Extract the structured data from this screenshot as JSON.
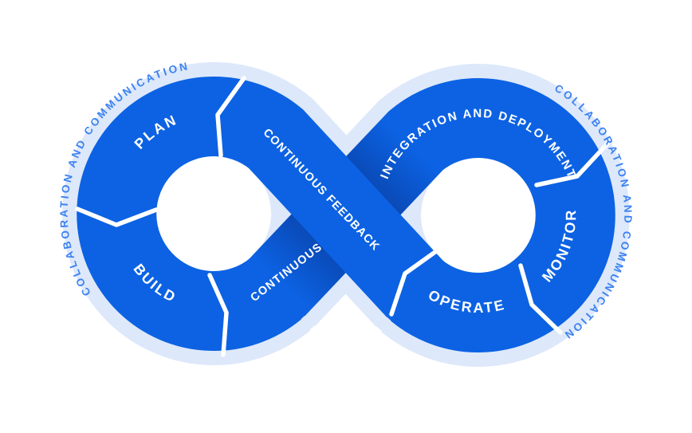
{
  "diagram": {
    "name": "devops-infinity-loop",
    "colors": {
      "primary_blue": "#0c62e3",
      "under_band_shadow": "#0945ae",
      "halo_ring": "#dde8fa",
      "halo_text": "#3c82f1",
      "segment_text": "#ffffff"
    },
    "left_loop": {
      "outer_label": "COLLABORATION AND COMMUNICATION",
      "segments": [
        {
          "label": "PLAN"
        },
        {
          "label": "BUILD"
        },
        {
          "label": "CONTINUOUS"
        }
      ]
    },
    "right_loop": {
      "outer_label": "COLLABORATION AND COMMUNICATION",
      "segments": [
        {
          "label": "INTEGRATION AND DEPLOYMENT"
        },
        {
          "label": "MONITOR"
        },
        {
          "label": "OPERATE"
        }
      ]
    },
    "center_band": {
      "label": "CONTINUOUS FEEDBACK"
    }
  }
}
